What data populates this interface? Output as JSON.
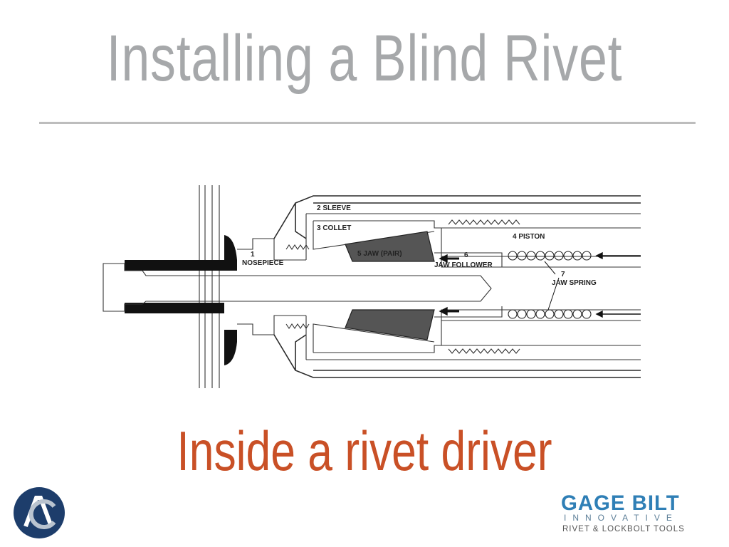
{
  "title": "Installing a Blind Rivet",
  "subtitle": "Inside a rivet driver",
  "diagram": {
    "labels": {
      "nosepiece": "1\nNOSEPIECE",
      "sleeve": "2  SLEEVE",
      "collet": "3  COLLET",
      "piston": "4  PISTON",
      "jaw": "5  JAW (PAIR)",
      "jaw_follower_num": "6",
      "jaw_follower": "JAW  FOLLOWER",
      "jaw_spring_num": "7",
      "jaw_spring": "JAW SPRING"
    }
  },
  "logos": {
    "left_monogram": "AC",
    "left_color": "#1d3d6b",
    "right_main": "GAGE BILT",
    "right_sub": "INNOVATIVE",
    "right_tagline": "RIVET & LOCKBOLT TOOLS",
    "right_color": "#2f7fb6"
  },
  "colors": {
    "title": "#a6a8aa",
    "subtitle": "#c95026",
    "rule": "#bdbdbd"
  }
}
